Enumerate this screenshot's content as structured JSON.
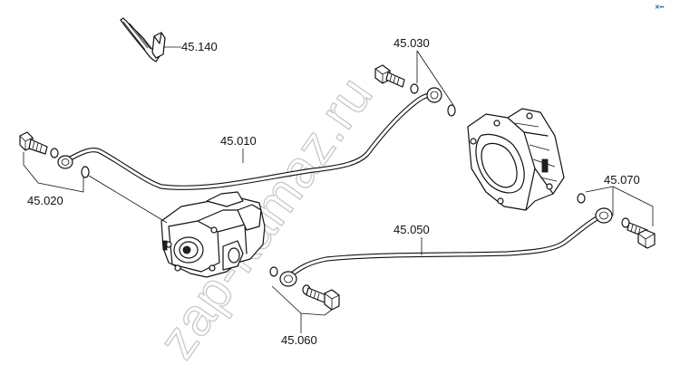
{
  "labels": {
    "p45010": "45.010",
    "p45020": "45.020",
    "p45030": "45.030",
    "p45050": "45.050",
    "p45060": "45.060",
    "p45070": "45.070",
    "p45140": "45.140"
  },
  "watermark": "zap-kamaz.ru",
  "corner_mark": "✕━",
  "colors": {
    "line": "#111111",
    "watermark": "#c8c8c8",
    "corner_mark": "#2a5fb0"
  }
}
